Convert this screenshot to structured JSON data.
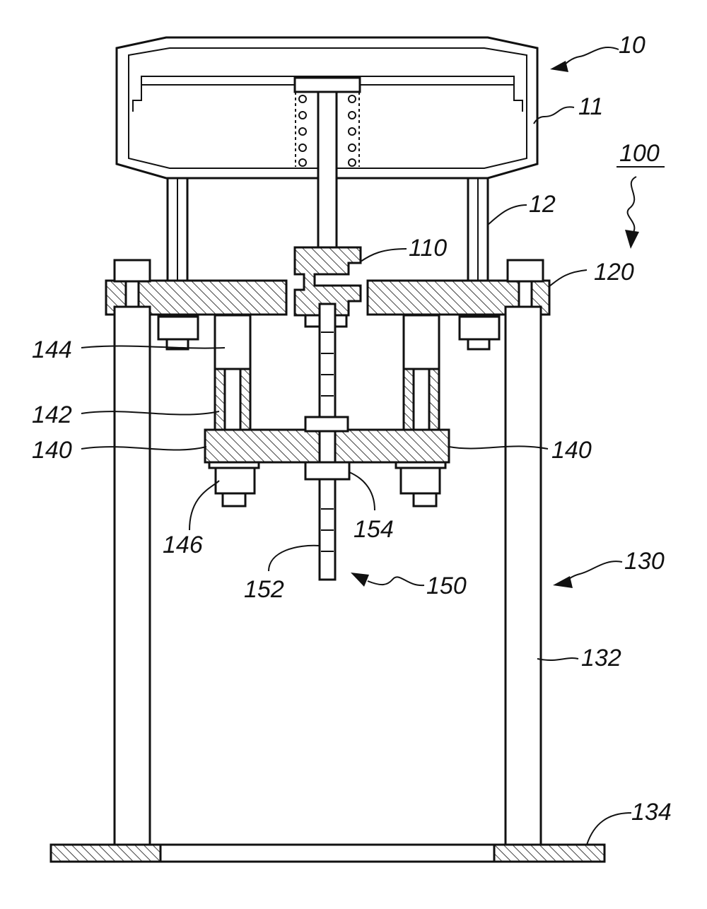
{
  "labels": {
    "l10": "10",
    "l11": "11",
    "l100": "100",
    "l12": "12",
    "l110": "110",
    "l120": "120",
    "l144": "144",
    "l142": "142",
    "l140_left": "140",
    "l140_right": "140",
    "l146": "146",
    "l154": "154",
    "l152": "152",
    "l150": "150",
    "l130": "130",
    "l132": "132",
    "l134": "134"
  }
}
